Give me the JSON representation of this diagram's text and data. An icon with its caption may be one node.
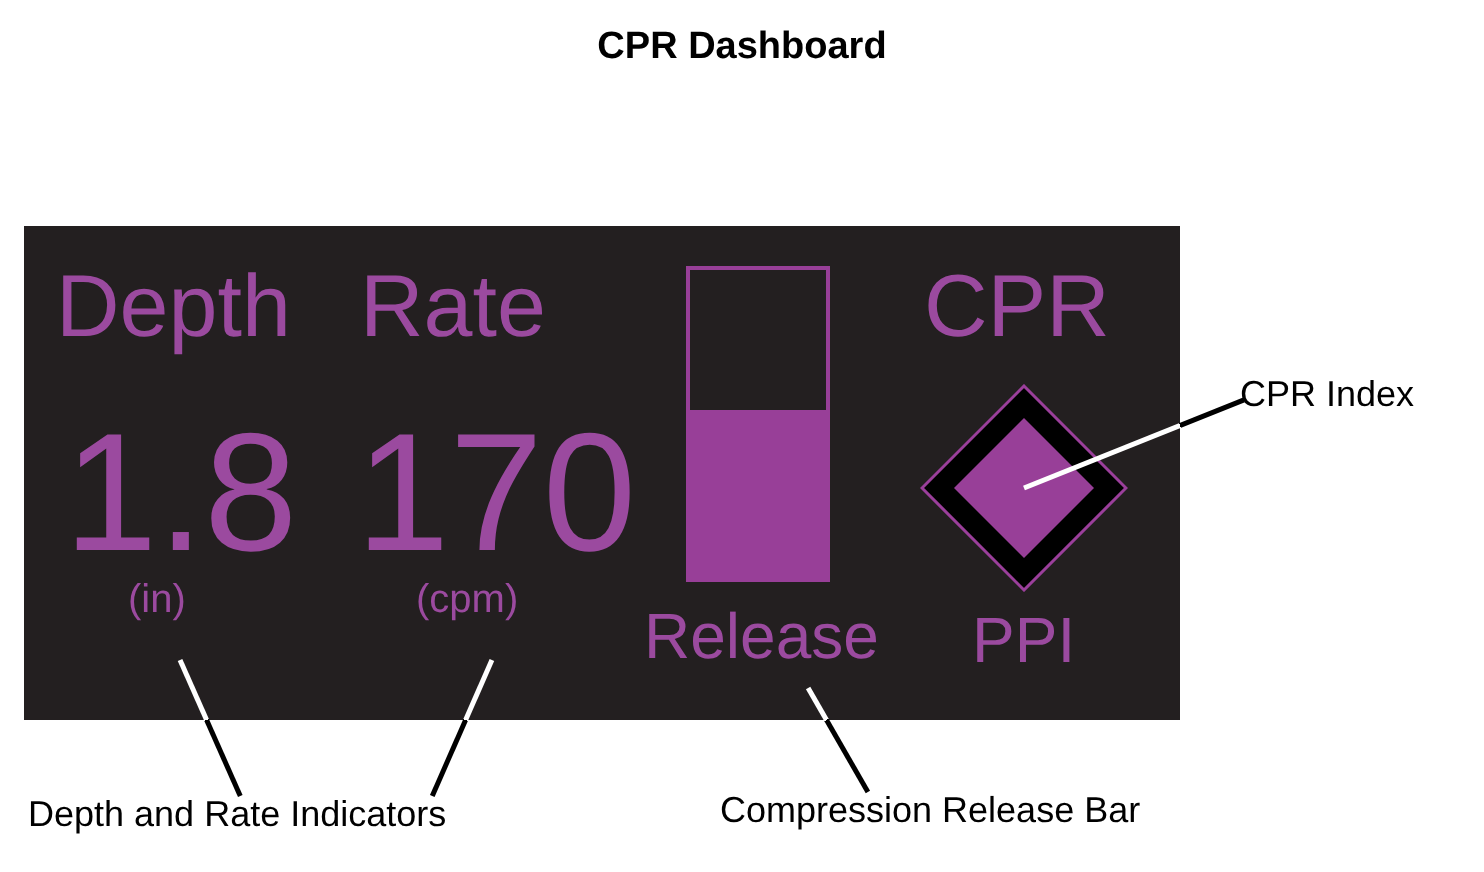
{
  "diagram": {
    "title": "CPR Dashboard",
    "nodes": [
      {
        "text": [],
        "shape": "box"
      },
      {
        "text": [
          "Depth",
          "1.8",
          "(in)"
        ],
        "in": 0
      },
      {
        "text": [
          "Rate",
          "170",
          "(cpm)"
        ],
        "in": 0
      },
      {
        "text": [
          "Release"
        ],
        "in": 0
      },
      {
        "text": [
          "CPR",
          "PPI"
        ],
        "in": 0
      },
      {
        "text": [],
        "shape": "diamond",
        "in": 4
      },
      {
        "text": [
          "Depth and Rate Indicators"
        ]
      },
      {
        "text": [
          "Compression Release Bar"
        ]
      },
      {
        "text": [
          "CPR Index"
        ]
      }
    ],
    "edges": [
      {
        "from": 6,
        "to": 1,
        "arrow": "none"
      },
      {
        "from": 6,
        "to": 2,
        "arrow": "none"
      },
      {
        "from": 7,
        "to": 3,
        "arrow": "none"
      },
      {
        "from": 8,
        "to": 5,
        "arrow": "none"
      }
    ]
  }
}
